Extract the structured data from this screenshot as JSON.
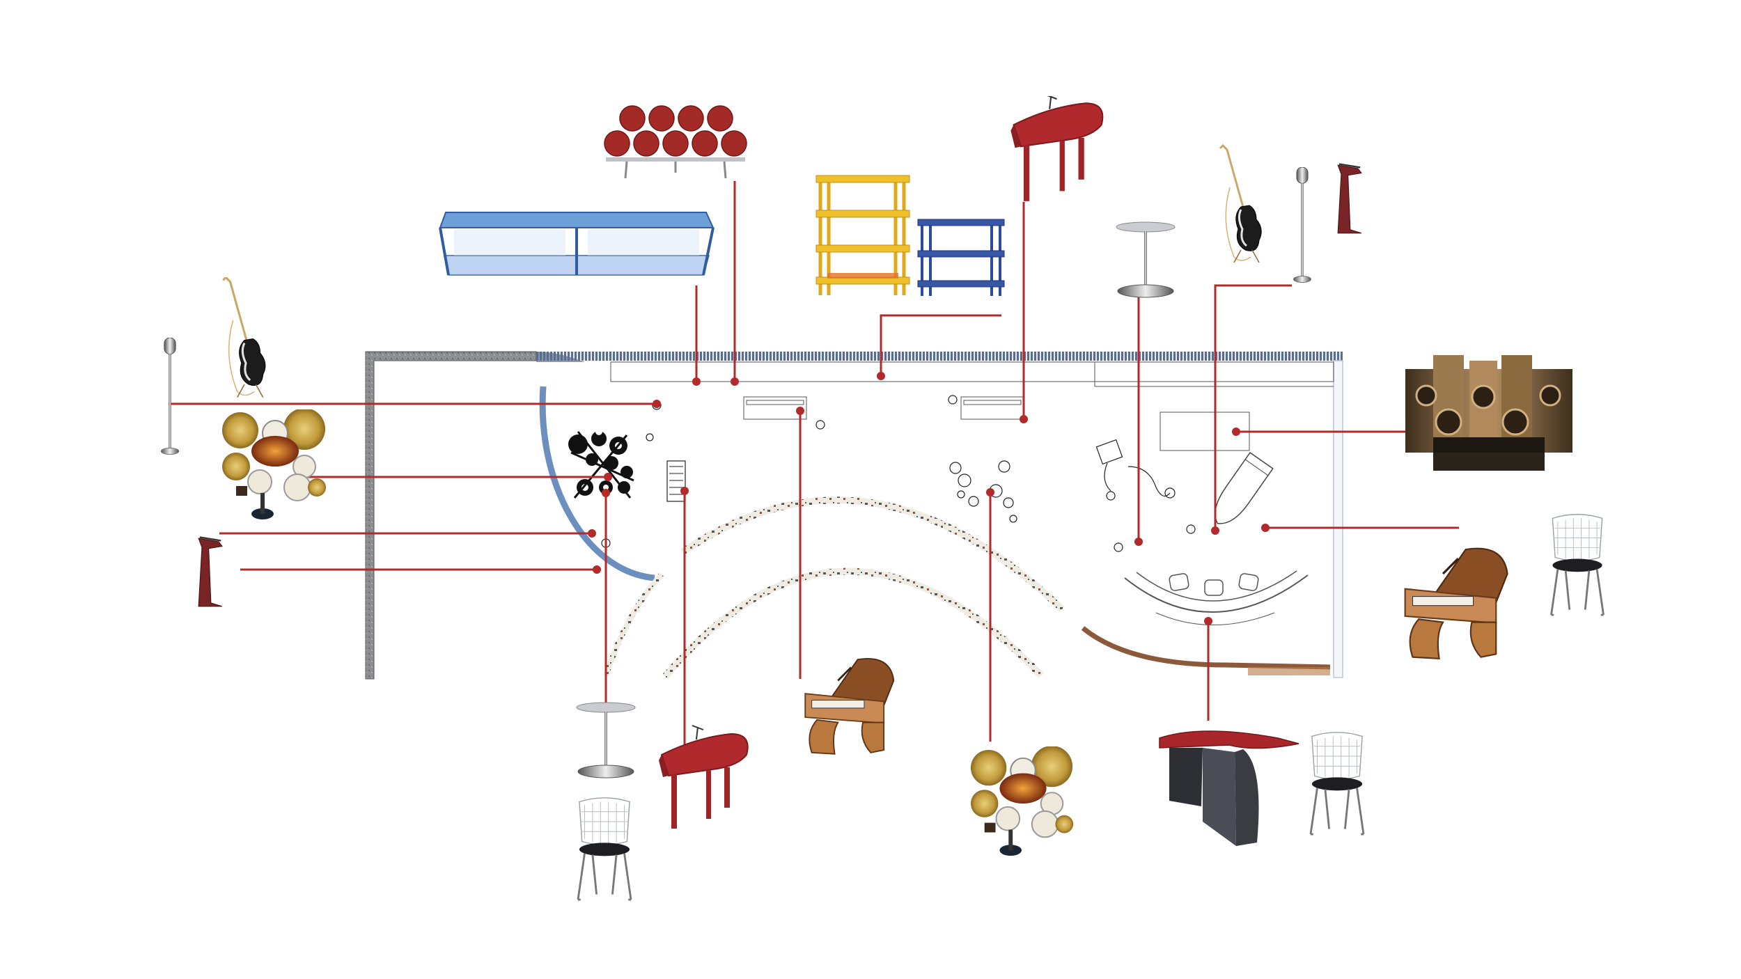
{
  "diagram": {
    "kind": "furniture-callout-floor-plan",
    "text_labels": [],
    "colors": {
      "background": "#ffffff",
      "leader_line": "#b22a2a",
      "wall_concrete": "#7f8185",
      "wall_acoustic": "#5b6d8c",
      "blue_curve": "#6b8fbf",
      "timber": "#b77a45",
      "red_lacquer": "#a9272b",
      "brass": "#8a6a3e",
      "shelf_yellow": "#e8b822",
      "shelf_blue": "#3757a6",
      "glass_blue": "#6d9fd8"
    },
    "objects": [
      {
        "name": "marshmallow-sofa",
        "icon": "sofa-icon"
      },
      {
        "name": "blue-glass-bench",
        "icon": "bench-icon"
      },
      {
        "name": "yellow-shelf",
        "icon": "shelf-icon"
      },
      {
        "name": "blue-shelf",
        "icon": "shelf-icon"
      },
      {
        "name": "red-piano-with-mic-top",
        "icon": "piano-icon"
      },
      {
        "name": "pedestal-table-right",
        "icon": "table-icon"
      },
      {
        "name": "electric-guitar-right",
        "icon": "guitar-icon"
      },
      {
        "name": "mic-stand-right",
        "icon": "microphone-icon"
      },
      {
        "name": "lectern-right",
        "icon": "lectern-icon"
      },
      {
        "name": "bronze-speaker-wall",
        "icon": "speaker-icon"
      },
      {
        "name": "wooden-grand-piano-right",
        "icon": "piano-icon"
      },
      {
        "name": "wire-chair-right",
        "icon": "chair-icon"
      },
      {
        "name": "mic-stand-left",
        "icon": "microphone-icon"
      },
      {
        "name": "electric-guitar-left",
        "icon": "guitar-icon"
      },
      {
        "name": "drum-kit-left",
        "icon": "drum-kit-icon"
      },
      {
        "name": "lectern-left",
        "icon": "lectern-icon"
      },
      {
        "name": "pedestal-table-bottom",
        "icon": "table-icon"
      },
      {
        "name": "wire-chair-bottom-left",
        "icon": "chair-icon"
      },
      {
        "name": "red-piano-bottom",
        "icon": "piano-icon"
      },
      {
        "name": "wooden-grand-piano-bottom",
        "icon": "piano-icon"
      },
      {
        "name": "drum-kit-bottom",
        "icon": "drum-kit-icon"
      },
      {
        "name": "red-desk-bottom",
        "icon": "desk-icon"
      },
      {
        "name": "wire-chair-bottom-right",
        "icon": "chair-icon"
      }
    ]
  }
}
